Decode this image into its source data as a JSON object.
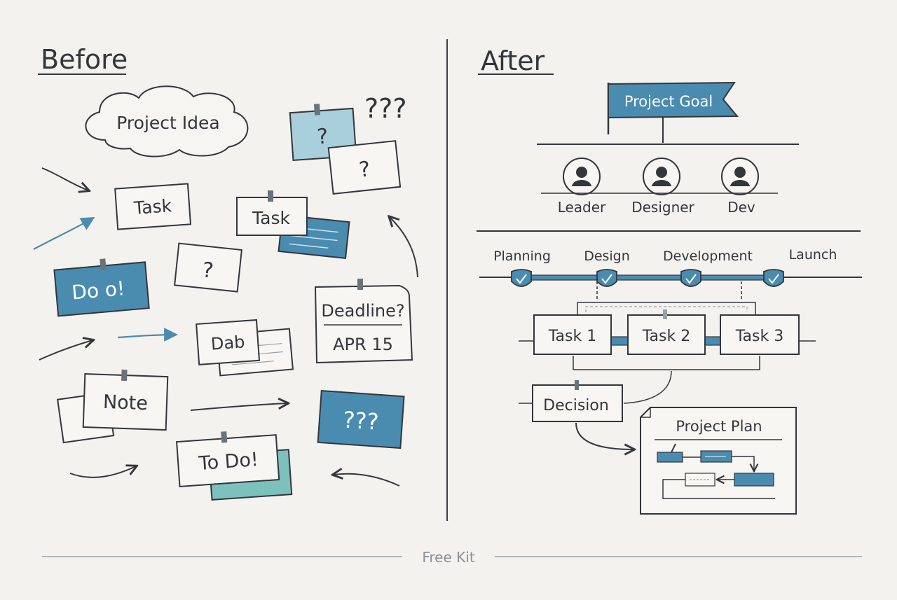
{
  "before": {
    "heading": "Before",
    "cloud_label": "Project Idea",
    "question_marks_top": "???",
    "note_q1": "?",
    "note_q2": "?",
    "task_card_1": "Task",
    "task_card_2": "Task",
    "do_card": "Do o!",
    "question_card": "?",
    "deadline_title": "Deadline?",
    "deadline_date": "APR 15",
    "dab_card": "Dab",
    "note_card": "Note",
    "qqq_card": "???",
    "todo_card": "To Do!"
  },
  "after": {
    "heading": "After",
    "goal_flag": "Project Goal",
    "team": [
      {
        "label": "Leader"
      },
      {
        "label": "Designer"
      },
      {
        "label": "Dev"
      }
    ],
    "phases": [
      {
        "label": "Planning"
      },
      {
        "label": "Design"
      },
      {
        "label": "Development"
      },
      {
        "label": "Launch"
      }
    ],
    "tasks": [
      {
        "label": "Task 1"
      },
      {
        "label": "Task 2"
      },
      {
        "label": "Task 3"
      }
    ],
    "decision_label": "Decision",
    "plan_title": "Project Plan"
  },
  "footer": {
    "label": "Free Kit"
  },
  "colors": {
    "accent_blue": "#4a8bb0",
    "light_blue": "#a9cfdc",
    "teal": "#7cc1bb",
    "ink": "#33363b",
    "paper": "#f4f2ee"
  }
}
